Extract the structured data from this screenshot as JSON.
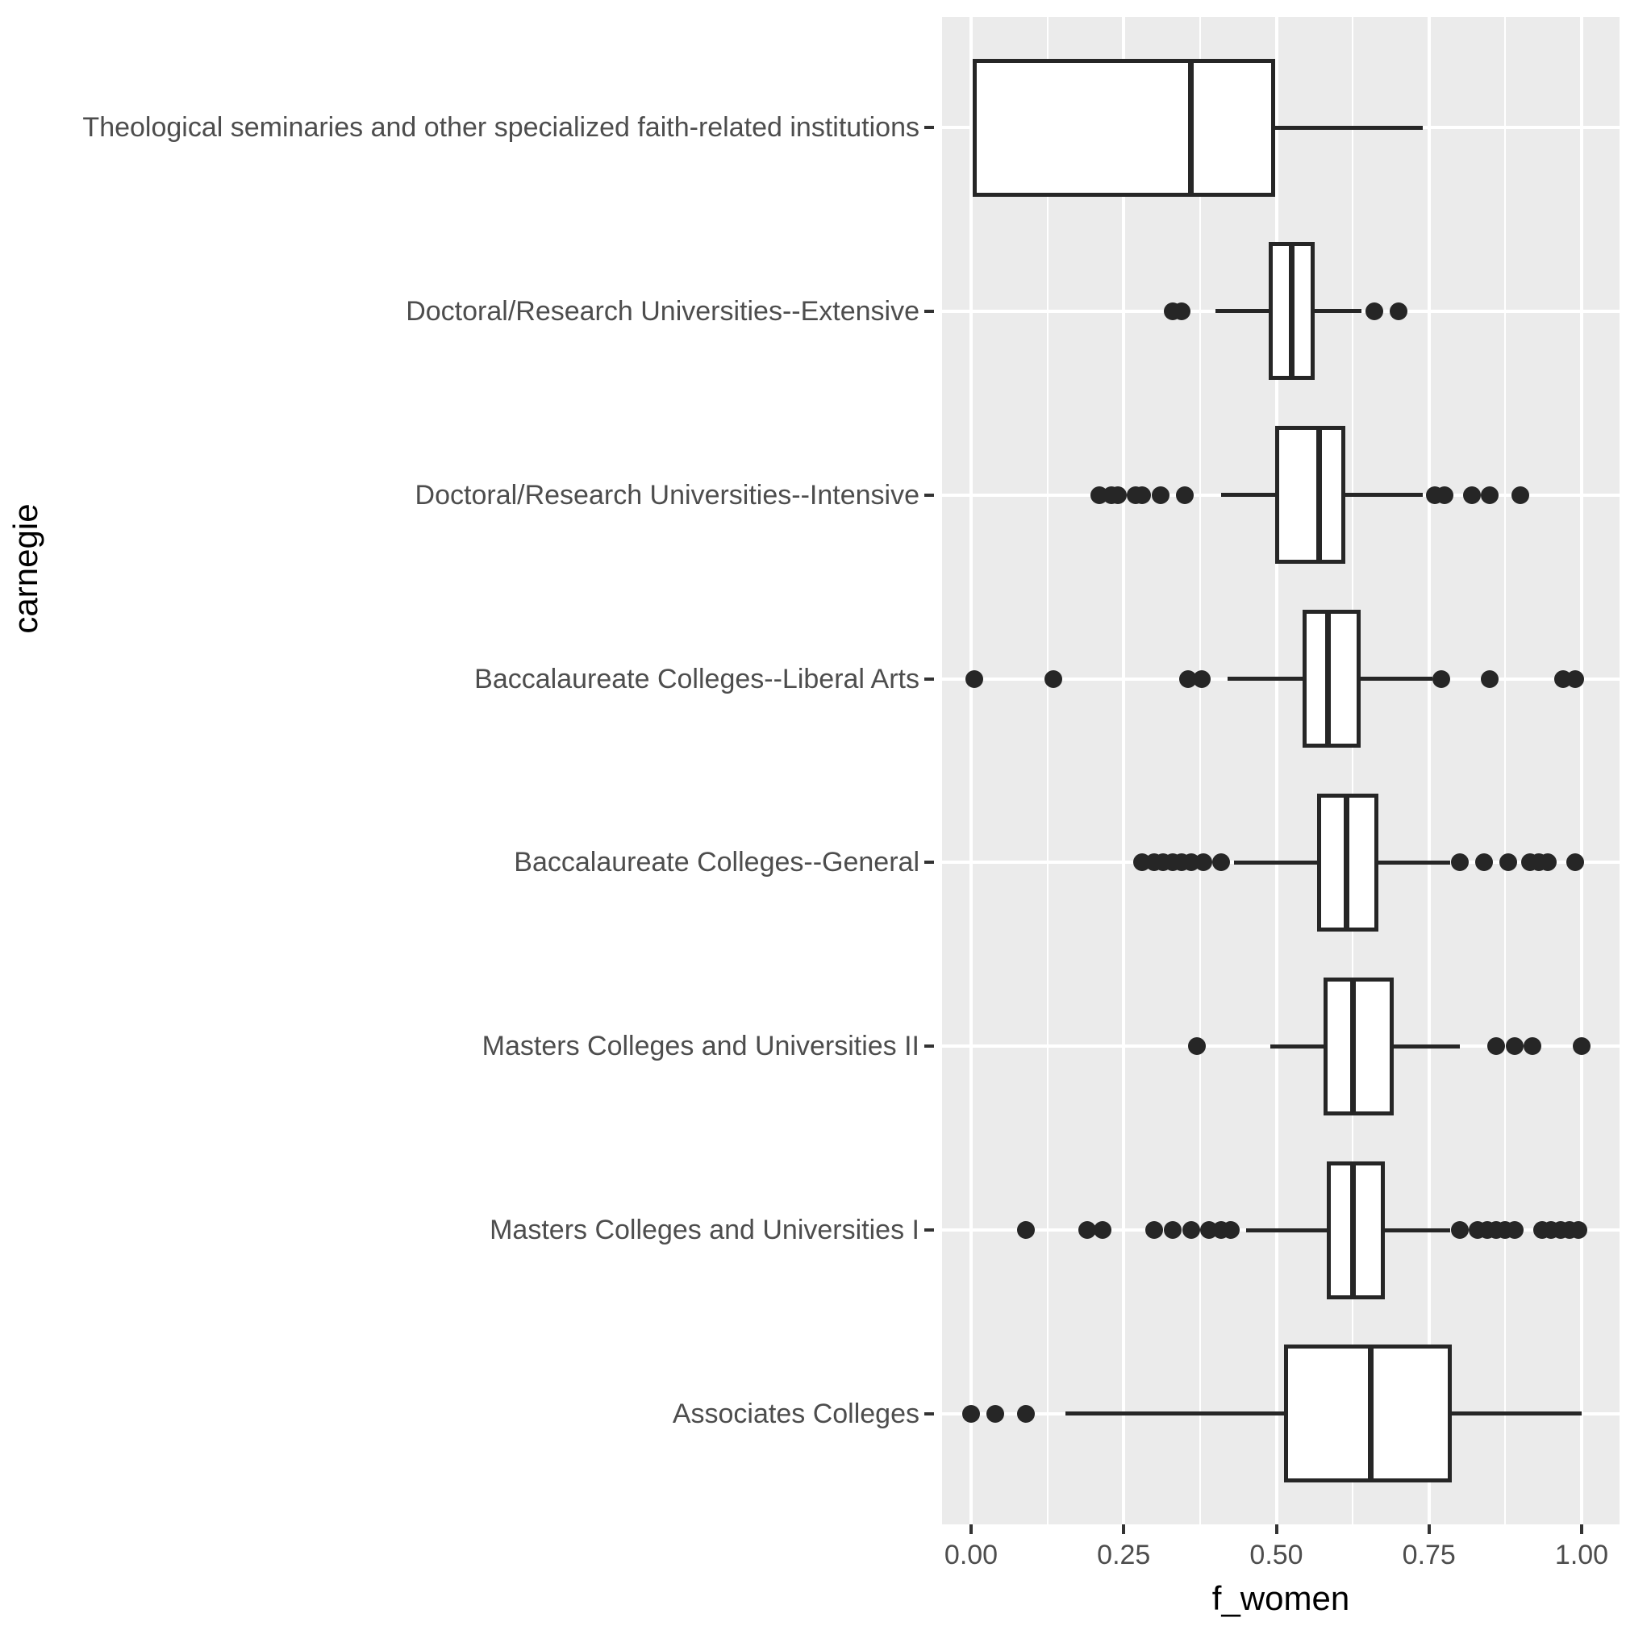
{
  "chart_data": {
    "type": "boxplot",
    "orientation": "horizontal",
    "title": "",
    "xlabel": "f_women",
    "ylabel": "carnegie",
    "x_ticks": [
      "0.00",
      "0.25",
      "0.50",
      "0.75",
      "1.00"
    ],
    "x_tick_values": [
      0,
      0.25,
      0.5,
      0.75,
      1.0
    ],
    "x_minor_gridlines": [
      0.125,
      0.375,
      0.625,
      0.875
    ],
    "xlim": [
      -0.048,
      1.062
    ],
    "grid": "white major gridlines on grey panel, vertical minors between ticks",
    "legend": "none",
    "categories": [
      "Theological seminaries and other specialized faith-related institutions",
      "Doctoral/Research Universities--Extensive",
      "Doctoral/Research Universities--Intensive",
      "Baccalaureate Colleges--Liberal Arts",
      "Baccalaureate Colleges--General",
      "Masters Colleges and Universities II",
      "Masters Colleges and Universities I",
      "Associates Colleges"
    ],
    "series": [
      {
        "category": "Theological seminaries and other specialized faith-related institutions",
        "whisker_low": 0.005,
        "q1": 0.005,
        "median": 0.36,
        "q3": 0.495,
        "whisker_high": 0.74,
        "outliers": []
      },
      {
        "category": "Doctoral/Research Universities--Extensive",
        "whisker_low": 0.4,
        "q1": 0.49,
        "median": 0.525,
        "q3": 0.56,
        "whisker_high": 0.64,
        "outliers": [
          0.33,
          0.345,
          0.66,
          0.7
        ]
      },
      {
        "category": "Doctoral/Research Universities--Intensive",
        "whisker_low": 0.41,
        "q1": 0.5,
        "median": 0.57,
        "q3": 0.61,
        "whisker_high": 0.74,
        "outliers": [
          0.21,
          0.23,
          0.24,
          0.27,
          0.28,
          0.31,
          0.35,
          0.76,
          0.775,
          0.82,
          0.85,
          0.9
        ]
      },
      {
        "category": "Baccalaureate Colleges--Liberal Arts",
        "whisker_low": 0.42,
        "q1": 0.545,
        "median": 0.585,
        "q3": 0.635,
        "whisker_high": 0.755,
        "outliers": [
          0.005,
          0.135,
          0.355,
          0.378,
          0.77,
          0.85,
          0.97,
          0.99
        ]
      },
      {
        "category": "Baccalaureate Colleges--General",
        "whisker_low": 0.43,
        "q1": 0.57,
        "median": 0.615,
        "q3": 0.665,
        "whisker_high": 0.785,
        "outliers": [
          0.28,
          0.3,
          0.315,
          0.33,
          0.345,
          0.36,
          0.38,
          0.41,
          0.8,
          0.84,
          0.88,
          0.915,
          0.93,
          0.945,
          0.99
        ]
      },
      {
        "category": "Masters Colleges and Universities II",
        "whisker_low": 0.49,
        "q1": 0.58,
        "median": 0.625,
        "q3": 0.69,
        "whisker_high": 0.8,
        "outliers": [
          0.37,
          0.86,
          0.89,
          0.92,
          1.0
        ]
      },
      {
        "category": "Masters Colleges and Universities I",
        "whisker_low": 0.45,
        "q1": 0.585,
        "median": 0.625,
        "q3": 0.675,
        "whisker_high": 0.785,
        "outliers": [
          0.09,
          0.19,
          0.215,
          0.3,
          0.33,
          0.36,
          0.39,
          0.41,
          0.425,
          0.8,
          0.83,
          0.845,
          0.86,
          0.875,
          0.89,
          0.935,
          0.95,
          0.965,
          0.98,
          0.995
        ]
      },
      {
        "category": "Associates Colleges",
        "whisker_low": 0.155,
        "q1": 0.515,
        "median": 0.655,
        "q3": 0.785,
        "whisker_high": 1.0,
        "outliers": [
          0.0,
          0.04,
          0.09
        ]
      }
    ],
    "colors": {
      "panel_bg": "#EBEBEB",
      "gridline": "#FFFFFF",
      "box_fill": "#FFFFFF",
      "stroke": "#262626",
      "tick_label": "#4D4D4D",
      "axis_title": "#000000",
      "tick_mark": "#333333"
    }
  }
}
